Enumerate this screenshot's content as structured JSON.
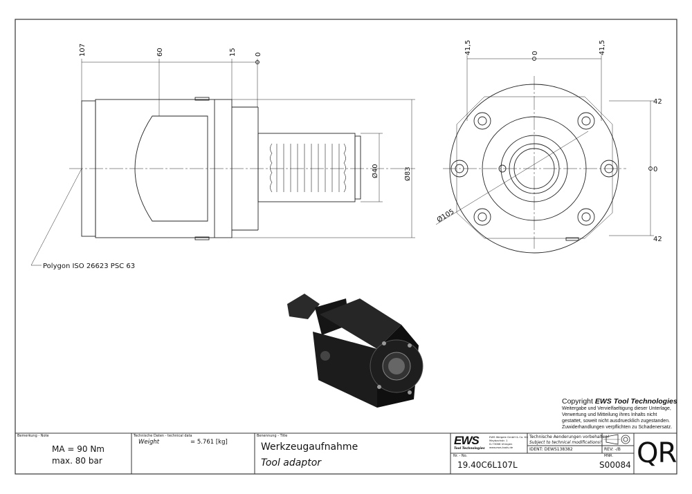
{
  "drawing": {
    "left_view": {
      "dims_horizontal": [
        "107",
        "60",
        "15",
        "0"
      ],
      "dia_shank": "Ø40",
      "dia_body": "Ø83",
      "callout": "Polygon ISO 26623 PSC 63"
    },
    "right_view": {
      "dims_top": [
        "41,5",
        "0",
        "41,5"
      ],
      "dims_right": [
        "42",
        "0",
        "42"
      ],
      "dia_bolt": "Ø105"
    }
  },
  "copyright": {
    "heading_prefix": "Copyright ",
    "heading_brand": "EWS Tool Technologies",
    "lines": [
      "Weitergabe und Vervielfaeltigung dieser Unterlage,",
      "Verwertung und Mitteilung ihres Inhalts nicht",
      "gestattet, soweit nicht ausdruecklich zugestanden.",
      "Zuwiderhandlungen verpflichten zu Schadenersatz."
    ]
  },
  "title_block": {
    "note_label": "Bemerkung - Note",
    "note_lines": [
      "MA = 90 Nm",
      "max. 80 bar"
    ],
    "tech_label": "Technische Daten - technical data",
    "weight_label": "Weight",
    "weight_value": "= 5.761 [kg]",
    "title_label": "Benennung - Title",
    "title_de": "Werkzeugaufnahme",
    "title_en": "Tool adaptor",
    "logo_text": "EWS",
    "logo_sub": "Tool Technologies",
    "company_lines": [
      "EWS Weigele GmbH & Co. KG",
      "Maybachstr. 1",
      "D-73066 Uhingen",
      "www.ews-tools.de"
    ],
    "change_de": "Technische Aenderungen vorbehalten!",
    "change_en": "Subject to technical modifications!",
    "ident": "IDENT:  DEWS138382",
    "rev": "REV:  -/B",
    "nr_label": "Nr. - No.",
    "part_no": "19.40C6L107L",
    "mnr_label": "MNR.",
    "mnr": "S00084",
    "code": "QR"
  }
}
